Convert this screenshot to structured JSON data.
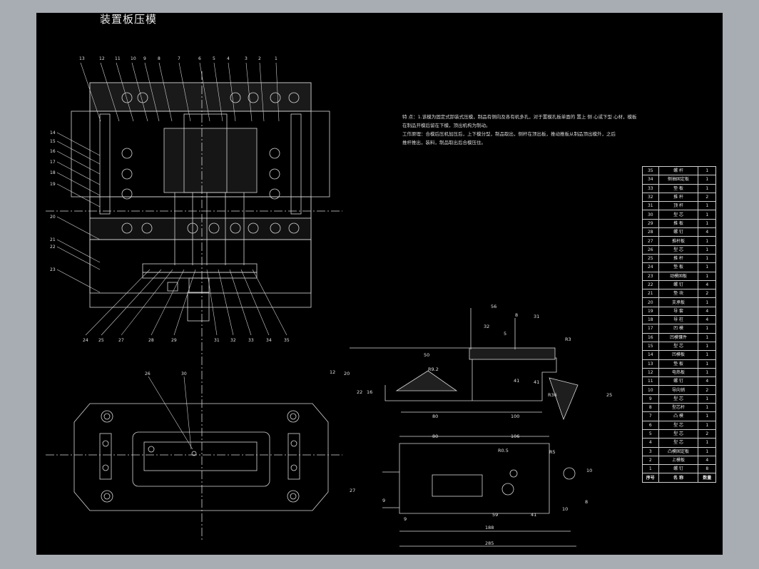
{
  "title": "装置板压模",
  "notes": {
    "line1": "特 点：1.该模为固定式卸装式压模，制品有侧向及各有机多孔，对于置模孔板单面的 置上 侧 心或下型 心材，模板",
    "line2": "在制品开模后留在下模，顶出机构为制动。",
    "line3": "工作原理：合模后压机加压后，上下模分型，制品取出，侧杆在顶出板，推动推板从制品顶出模外，之后",
    "line4": "推杆推出，装料，制品取出后合模压住。"
  },
  "bom": {
    "header": [
      "序号",
      "名 称",
      "数量"
    ],
    "rows": [
      [
        "35",
        "螺 杆",
        "1"
      ],
      [
        "34",
        "侧抽固定板",
        "1"
      ],
      [
        "33",
        "垫 板",
        "1"
      ],
      [
        "32",
        "推 杆",
        "2"
      ],
      [
        "31",
        "顶 杆",
        "1"
      ],
      [
        "30",
        "型 芯",
        "1"
      ],
      [
        "29",
        "推 板",
        "1"
      ],
      [
        "28",
        "螺 钉",
        "4"
      ],
      [
        "27",
        "推杆板",
        "1"
      ],
      [
        "26",
        "型 芯",
        "1"
      ],
      [
        "25",
        "推 杆",
        "1"
      ],
      [
        "24",
        "垫 板",
        "1"
      ],
      [
        "23",
        "动模固板",
        "1"
      ],
      [
        "22",
        "螺 钉",
        "4"
      ],
      [
        "21",
        "垫 块",
        "2"
      ],
      [
        "20",
        "支承板",
        "1"
      ],
      [
        "19",
        "导 套",
        "4"
      ],
      [
        "18",
        "导 柱",
        "4"
      ],
      [
        "17",
        "凹 模",
        "1"
      ],
      [
        "16",
        "凹模镶件",
        "1"
      ],
      [
        "15",
        "型 芯",
        "1"
      ],
      [
        "14",
        "凹模板",
        "1"
      ],
      [
        "13",
        "垫 板",
        "1"
      ],
      [
        "12",
        "电热板",
        "1"
      ],
      [
        "11",
        "螺 钉",
        "4"
      ],
      [
        "10",
        "导向销",
        "2"
      ],
      [
        "9",
        "型 芯",
        "1"
      ],
      [
        "8",
        "型芯杆",
        "1"
      ],
      [
        "7",
        "凸 模",
        "1"
      ],
      [
        "6",
        "型 芯",
        "1"
      ],
      [
        "5",
        "型 芯",
        "2"
      ],
      [
        "4",
        "型 芯",
        "1"
      ],
      [
        "3",
        "凸模固定板",
        "1"
      ],
      [
        "2",
        "上模板",
        "4"
      ],
      [
        "1",
        "螺 钉",
        "8"
      ]
    ]
  },
  "callouts_top": [
    "13",
    "12",
    "11",
    "10",
    "9",
    "8",
    "7",
    "6",
    "5",
    "4",
    "3",
    "2",
    "1"
  ],
  "callouts_left": [
    "14",
    "15",
    "16",
    "17",
    "18",
    "19",
    "20",
    "21",
    "22",
    "23"
  ],
  "callouts_bottom": [
    "24",
    "25",
    "27",
    "28",
    "29",
    "31",
    "32",
    "33",
    "34",
    "35"
  ],
  "callouts_plan": [
    "26",
    "30"
  ],
  "dims_side": [
    "56",
    "31",
    "8",
    "32",
    "5",
    "R3",
    "50",
    "R9.2",
    "12",
    "41",
    "20",
    "22",
    "16",
    "41",
    "80",
    "100",
    "R36",
    "25"
  ],
  "dims_plan": [
    "80",
    "106",
    "R0.5",
    "R5",
    "10",
    "27",
    "9",
    "59",
    "41",
    "10",
    "8",
    "188",
    "285",
    "9"
  ]
}
